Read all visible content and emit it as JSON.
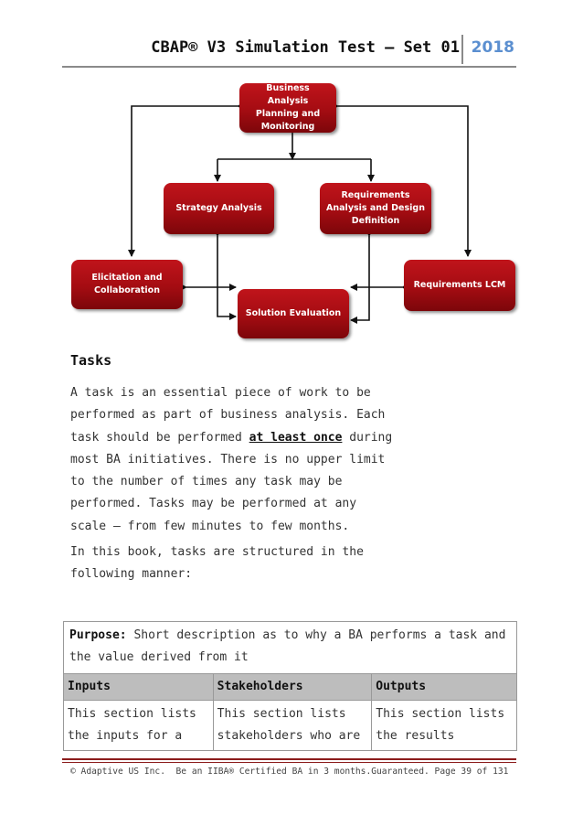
{
  "header": {
    "title": "CBAP® V3 Simulation Test – Set 01",
    "year": "2018"
  },
  "diagram": {
    "boxes": {
      "planning": "Business Analysis Planning and Monitoring",
      "strategy": "Strategy Analysis",
      "requirements_analysis": "Requirements Analysis and Design Definition",
      "elicitation": "Elicitation and Collaboration",
      "evaluation": "Solution Evaluation",
      "lcm": "Requirements LCM"
    },
    "colors": {
      "box": "#a40c12",
      "arrow": "#111111"
    }
  },
  "tasks": {
    "heading": "Tasks",
    "para1_a": "A task is an essential piece of work to be performed as part of business analysis. Each task should be performed ",
    "para1_emph": "at least once",
    "para1_b": " during most BA initiatives. There is no upper limit to the number of times any task may be performed. Tasks may be performed at any scale – from few minutes to few months.",
    "para2": "In this book, tasks are structured in the following manner:"
  },
  "table": {
    "purpose_label": "Purpose:",
    "purpose_text": " Short description as to why a BA performs a task and the value derived from it",
    "columns": [
      "Inputs",
      "Stakeholders",
      "Outputs"
    ],
    "row": [
      "This section lists the inputs for a",
      "This section lists stakeholders who are",
      "This section lists the results"
    ]
  },
  "footer": {
    "text": "© Adaptive US Inc.  Be an IIBA® Certified BA in 3 months.Guaranteed. Page 39 of 131"
  }
}
